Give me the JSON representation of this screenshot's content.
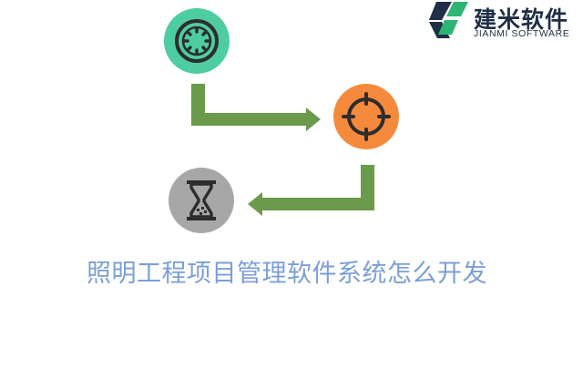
{
  "logo": {
    "name_cn": "建米软件",
    "name_en": "JIANMI SOFTWARE",
    "icon": "jianmi-logo-mark"
  },
  "steps": [
    {
      "icon": "film-reel-icon",
      "color": "#4ecda0"
    },
    {
      "icon": "crosshair-target-icon",
      "color": "#f58a3d"
    },
    {
      "icon": "hourglass-icon",
      "color": "#a7a7a7"
    }
  ],
  "arrow_color": "#6a9a4a",
  "title": "照明工程项目管理软件系统怎么开发"
}
